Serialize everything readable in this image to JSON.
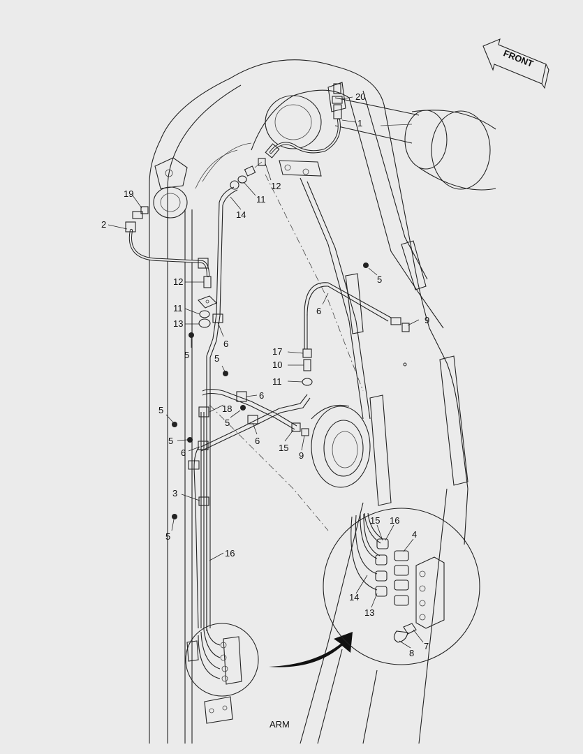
{
  "caption": "ARM",
  "direction_label": "FRONT",
  "callouts": [
    {
      "id": "c20",
      "text": "20"
    },
    {
      "id": "c1",
      "text": "1"
    },
    {
      "id": "c19",
      "text": "19"
    },
    {
      "id": "c2",
      "text": "2"
    },
    {
      "id": "c12a",
      "text": "12"
    },
    {
      "id": "c11a",
      "text": "11"
    },
    {
      "id": "c14a",
      "text": "14"
    },
    {
      "id": "c12b",
      "text": "12"
    },
    {
      "id": "c11b",
      "text": "11"
    },
    {
      "id": "c13a",
      "text": "13"
    },
    {
      "id": "c6a",
      "text": "6"
    },
    {
      "id": "c5a",
      "text": "5"
    },
    {
      "id": "c5b",
      "text": "5"
    },
    {
      "id": "c6b",
      "text": "6"
    },
    {
      "id": "c9a",
      "text": "9"
    },
    {
      "id": "c17",
      "text": "17"
    },
    {
      "id": "c10",
      "text": "10"
    },
    {
      "id": "c11c",
      "text": "11"
    },
    {
      "id": "c5c",
      "text": "5"
    },
    {
      "id": "c6c",
      "text": "6"
    },
    {
      "id": "c18",
      "text": "18"
    },
    {
      "id": "c5d",
      "text": "5"
    },
    {
      "id": "c5e",
      "text": "5"
    },
    {
      "id": "c5f",
      "text": "5"
    },
    {
      "id": "c6d",
      "text": "6"
    },
    {
      "id": "c6e",
      "text": "6"
    },
    {
      "id": "c15a",
      "text": "15"
    },
    {
      "id": "c9b",
      "text": "9"
    },
    {
      "id": "c3",
      "text": "3"
    },
    {
      "id": "c5g",
      "text": "5"
    },
    {
      "id": "c16a",
      "text": "16"
    },
    {
      "id": "c15b",
      "text": "15"
    },
    {
      "id": "c16b",
      "text": "16"
    },
    {
      "id": "c4",
      "text": "4"
    },
    {
      "id": "c14b",
      "text": "14"
    },
    {
      "id": "c13b",
      "text": "13"
    },
    {
      "id": "c7",
      "text": "7"
    },
    {
      "id": "c8",
      "text": "8"
    }
  ]
}
